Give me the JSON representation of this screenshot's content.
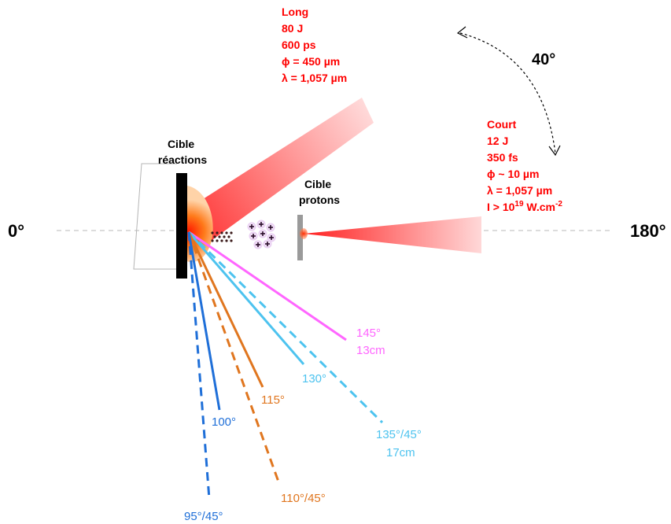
{
  "angles": {
    "left": "0°",
    "right": "180°",
    "rotation": "40°"
  },
  "targets": {
    "reactions": [
      "Cible",
      "réactions"
    ],
    "protons": [
      "Cible",
      "protons"
    ]
  },
  "laser_long": {
    "lines": [
      "Long",
      "80 J",
      "600 ps",
      "ϕ = 450 µm",
      "λ = 1,057 µm"
    ]
  },
  "laser_short": {
    "lines": [
      "Court",
      "12 J",
      "350 fs",
      "ϕ ~ 10 µm",
      "λ = 1,057 µm"
    ],
    "intensity": {
      "prefix": "I > 10",
      "exp": "19",
      "unit": " W.cm",
      "unit_exp": "-2"
    }
  },
  "detectors": [
    {
      "id": "d145",
      "lines": [
        "145°",
        "13cm"
      ],
      "color": "#ff66ff",
      "dashed": false
    },
    {
      "id": "d130",
      "lines": [
        "130°"
      ],
      "color": "#4dc3ef",
      "dashed": false
    },
    {
      "id": "d135",
      "lines": [
        "135°/45°",
        "17cm"
      ],
      "color": "#4dc3ef",
      "dashed": true
    },
    {
      "id": "d115",
      "lines": [
        "115°"
      ],
      "color": "#e0761f",
      "dashed": false
    },
    {
      "id": "d110",
      "lines": [
        "110°/45°"
      ],
      "color": "#e0761f",
      "dashed": true
    },
    {
      "id": "d100",
      "lines": [
        "100°"
      ],
      "color": "#1f6fd8",
      "dashed": false
    },
    {
      "id": "d95",
      "lines": [
        "95°/45°"
      ],
      "color": "#1f6fd8",
      "dashed": true
    }
  ],
  "colors": {
    "laser_red": "#ff0000",
    "axis_gray": "#bfbfbf"
  }
}
